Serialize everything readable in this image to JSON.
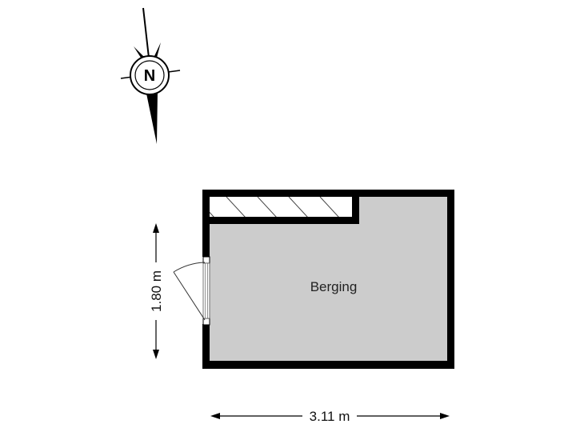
{
  "compass": {
    "label": "N",
    "icon": "north-arrow-icon"
  },
  "rooms": [
    {
      "name": "Berging",
      "fill": "#cccccc"
    }
  ],
  "dimensions": {
    "width": "3.11 m",
    "height": "1.80 m"
  },
  "colors": {
    "wall": "#000000",
    "floor": "#cccccc",
    "background": "#ffffff",
    "hatch": "#444444"
  }
}
